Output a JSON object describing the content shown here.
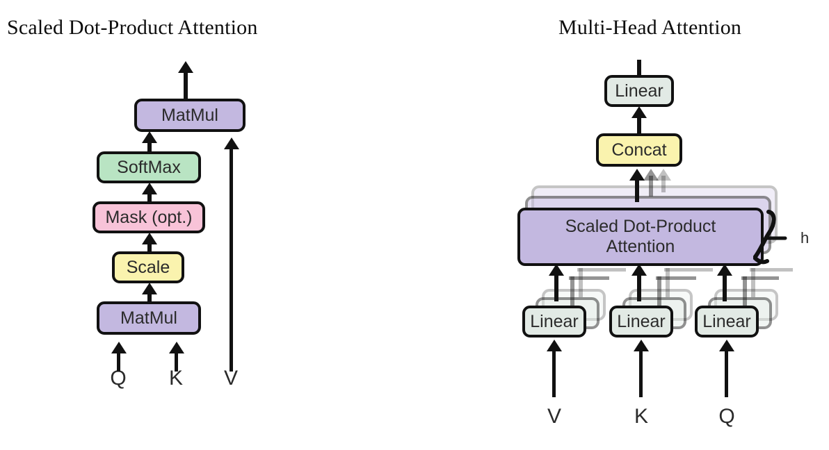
{
  "figure": {
    "panels": [
      {
        "id": "scaled-dot-product-attention",
        "title": "Scaled Dot-Product Attention",
        "nodes": [
          {
            "label": "MatMul",
            "color": "#c3b8e0",
            "role": "matmul-top"
          },
          {
            "label": "SoftMax",
            "color": "#b9e4c3",
            "role": "softmax"
          },
          {
            "label": "Mask (opt.)",
            "color": "#f8c3d8",
            "role": "mask"
          },
          {
            "label": "Scale",
            "color": "#faf3ae",
            "role": "scale"
          },
          {
            "label": "MatMul",
            "color": "#c3b8e0",
            "role": "matmul-bottom"
          }
        ],
        "inputs": [
          "Q",
          "K",
          "V"
        ]
      },
      {
        "id": "multi-head-attention",
        "title": "Multi-Head Attention",
        "nodes": [
          {
            "label": "Linear",
            "color": "#e2eae5",
            "role": "output-linear"
          },
          {
            "label": "Concat",
            "color": "#faf3ae",
            "role": "concat"
          },
          {
            "label": "Scaled Dot-Product\nAttention",
            "line1": "Scaled Dot-Product",
            "line2": "Attention",
            "color": "#c3b8e0",
            "role": "attention-stack"
          },
          {
            "label": "Linear",
            "color": "#e2eae5",
            "role": "linear-v"
          },
          {
            "label": "Linear",
            "color": "#e2eae5",
            "role": "linear-k"
          },
          {
            "label": "Linear",
            "color": "#e2eae5",
            "role": "linear-q"
          }
        ],
        "head_count_label": "h",
        "inputs": [
          "V",
          "K",
          "Q"
        ]
      }
    ],
    "colors": {
      "purple": "#c3b8e0",
      "green": "#b9e4c3",
      "pink": "#f8c3d8",
      "yellow": "#faf3ae",
      "mint": "#e2eae5",
      "stroke": "#111111",
      "text": "#2b2b2b"
    }
  }
}
